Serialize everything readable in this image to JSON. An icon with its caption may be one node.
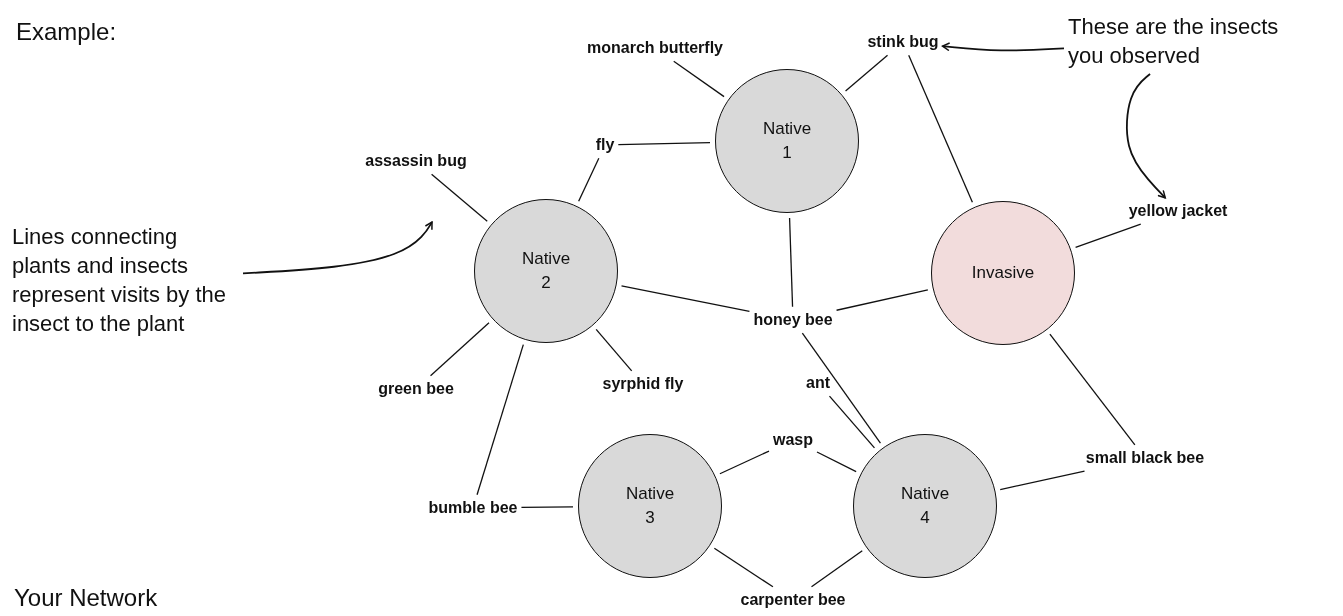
{
  "diagram": {
    "nodes": [
      {
        "text": [
          "monarch butterfly"
        ]
      },
      {
        "text": [
          "stink bug"
        ]
      },
      {
        "text": [
          "These are the insects you observed"
        ]
      },
      {
        "text": [
          "Native 1"
        ]
      },
      {
        "text": [
          "fly"
        ]
      },
      {
        "text": [
          "assassin bug"
        ]
      },
      {
        "text": [
          "yellow jacket"
        ]
      },
      {
        "text": [
          "Lines connecting plants and insects represent visits by the insect to the plant"
        ]
      },
      {
        "text": [
          "Native 2"
        ]
      },
      {
        "text": [
          "Invasive"
        ]
      },
      {
        "text": [
          "honey bee"
        ]
      },
      {
        "text": [
          "green bee"
        ]
      },
      {
        "text": [
          "syrphid fly"
        ]
      },
      {
        "text": [
          "ant"
        ]
      },
      {
        "text": [
          "wasp"
        ]
      },
      {
        "text": [
          "small black bee"
        ]
      },
      {
        "text": [
          "bumble bee"
        ]
      },
      {
        "text": [
          "Native 3"
        ]
      },
      {
        "text": [
          "Native 4"
        ]
      },
      {
        "text": [
          "carpenter bee"
        ]
      }
    ],
    "edges": [
      {
        "from": 3,
        "to": 0,
        "arrow": "none"
      },
      {
        "from": 3,
        "to": 4,
        "arrow": "none"
      },
      {
        "from": 8,
        "to": 4,
        "arrow": "none"
      },
      {
        "from": 8,
        "to": 5,
        "arrow": "none"
      },
      {
        "from": 3,
        "to": 1,
        "arrow": "none"
      },
      {
        "from": 9,
        "to": 1,
        "arrow": "none"
      },
      {
        "from": 9,
        "to": 6,
        "arrow": "none"
      },
      {
        "from": 3,
        "to": 10,
        "arrow": "none"
      },
      {
        "from": 8,
        "to": 10,
        "arrow": "none"
      },
      {
        "from": 9,
        "to": 10,
        "arrow": "none"
      },
      {
        "from": 18,
        "to": 10,
        "arrow": "none"
      },
      {
        "from": 8,
        "to": 11,
        "arrow": "none"
      },
      {
        "from": 8,
        "to": 12,
        "arrow": "none"
      },
      {
        "from": 8,
        "to": 16,
        "arrow": "none"
      },
      {
        "from": 17,
        "to": 16,
        "arrow": "none"
      },
      {
        "from": 18,
        "to": 13,
        "arrow": "none"
      },
      {
        "from": 17,
        "to": 14,
        "arrow": "none"
      },
      {
        "from": 18,
        "to": 14,
        "arrow": "none"
      },
      {
        "from": 9,
        "to": 15,
        "arrow": "none"
      },
      {
        "from": 18,
        "to": 15,
        "arrow": "none"
      },
      {
        "from": 17,
        "to": 19,
        "arrow": "none"
      },
      {
        "from": 18,
        "to": 19,
        "arrow": "none"
      },
      {
        "from": 2,
        "to": 1,
        "arrow": "to"
      },
      {
        "from": 2,
        "to": 6,
        "arrow": "to"
      },
      {
        "from": 7,
        "to": null,
        "arrow": "to"
      }
    ],
    "labels": [
      "Example:",
      "Your Network"
    ]
  }
}
